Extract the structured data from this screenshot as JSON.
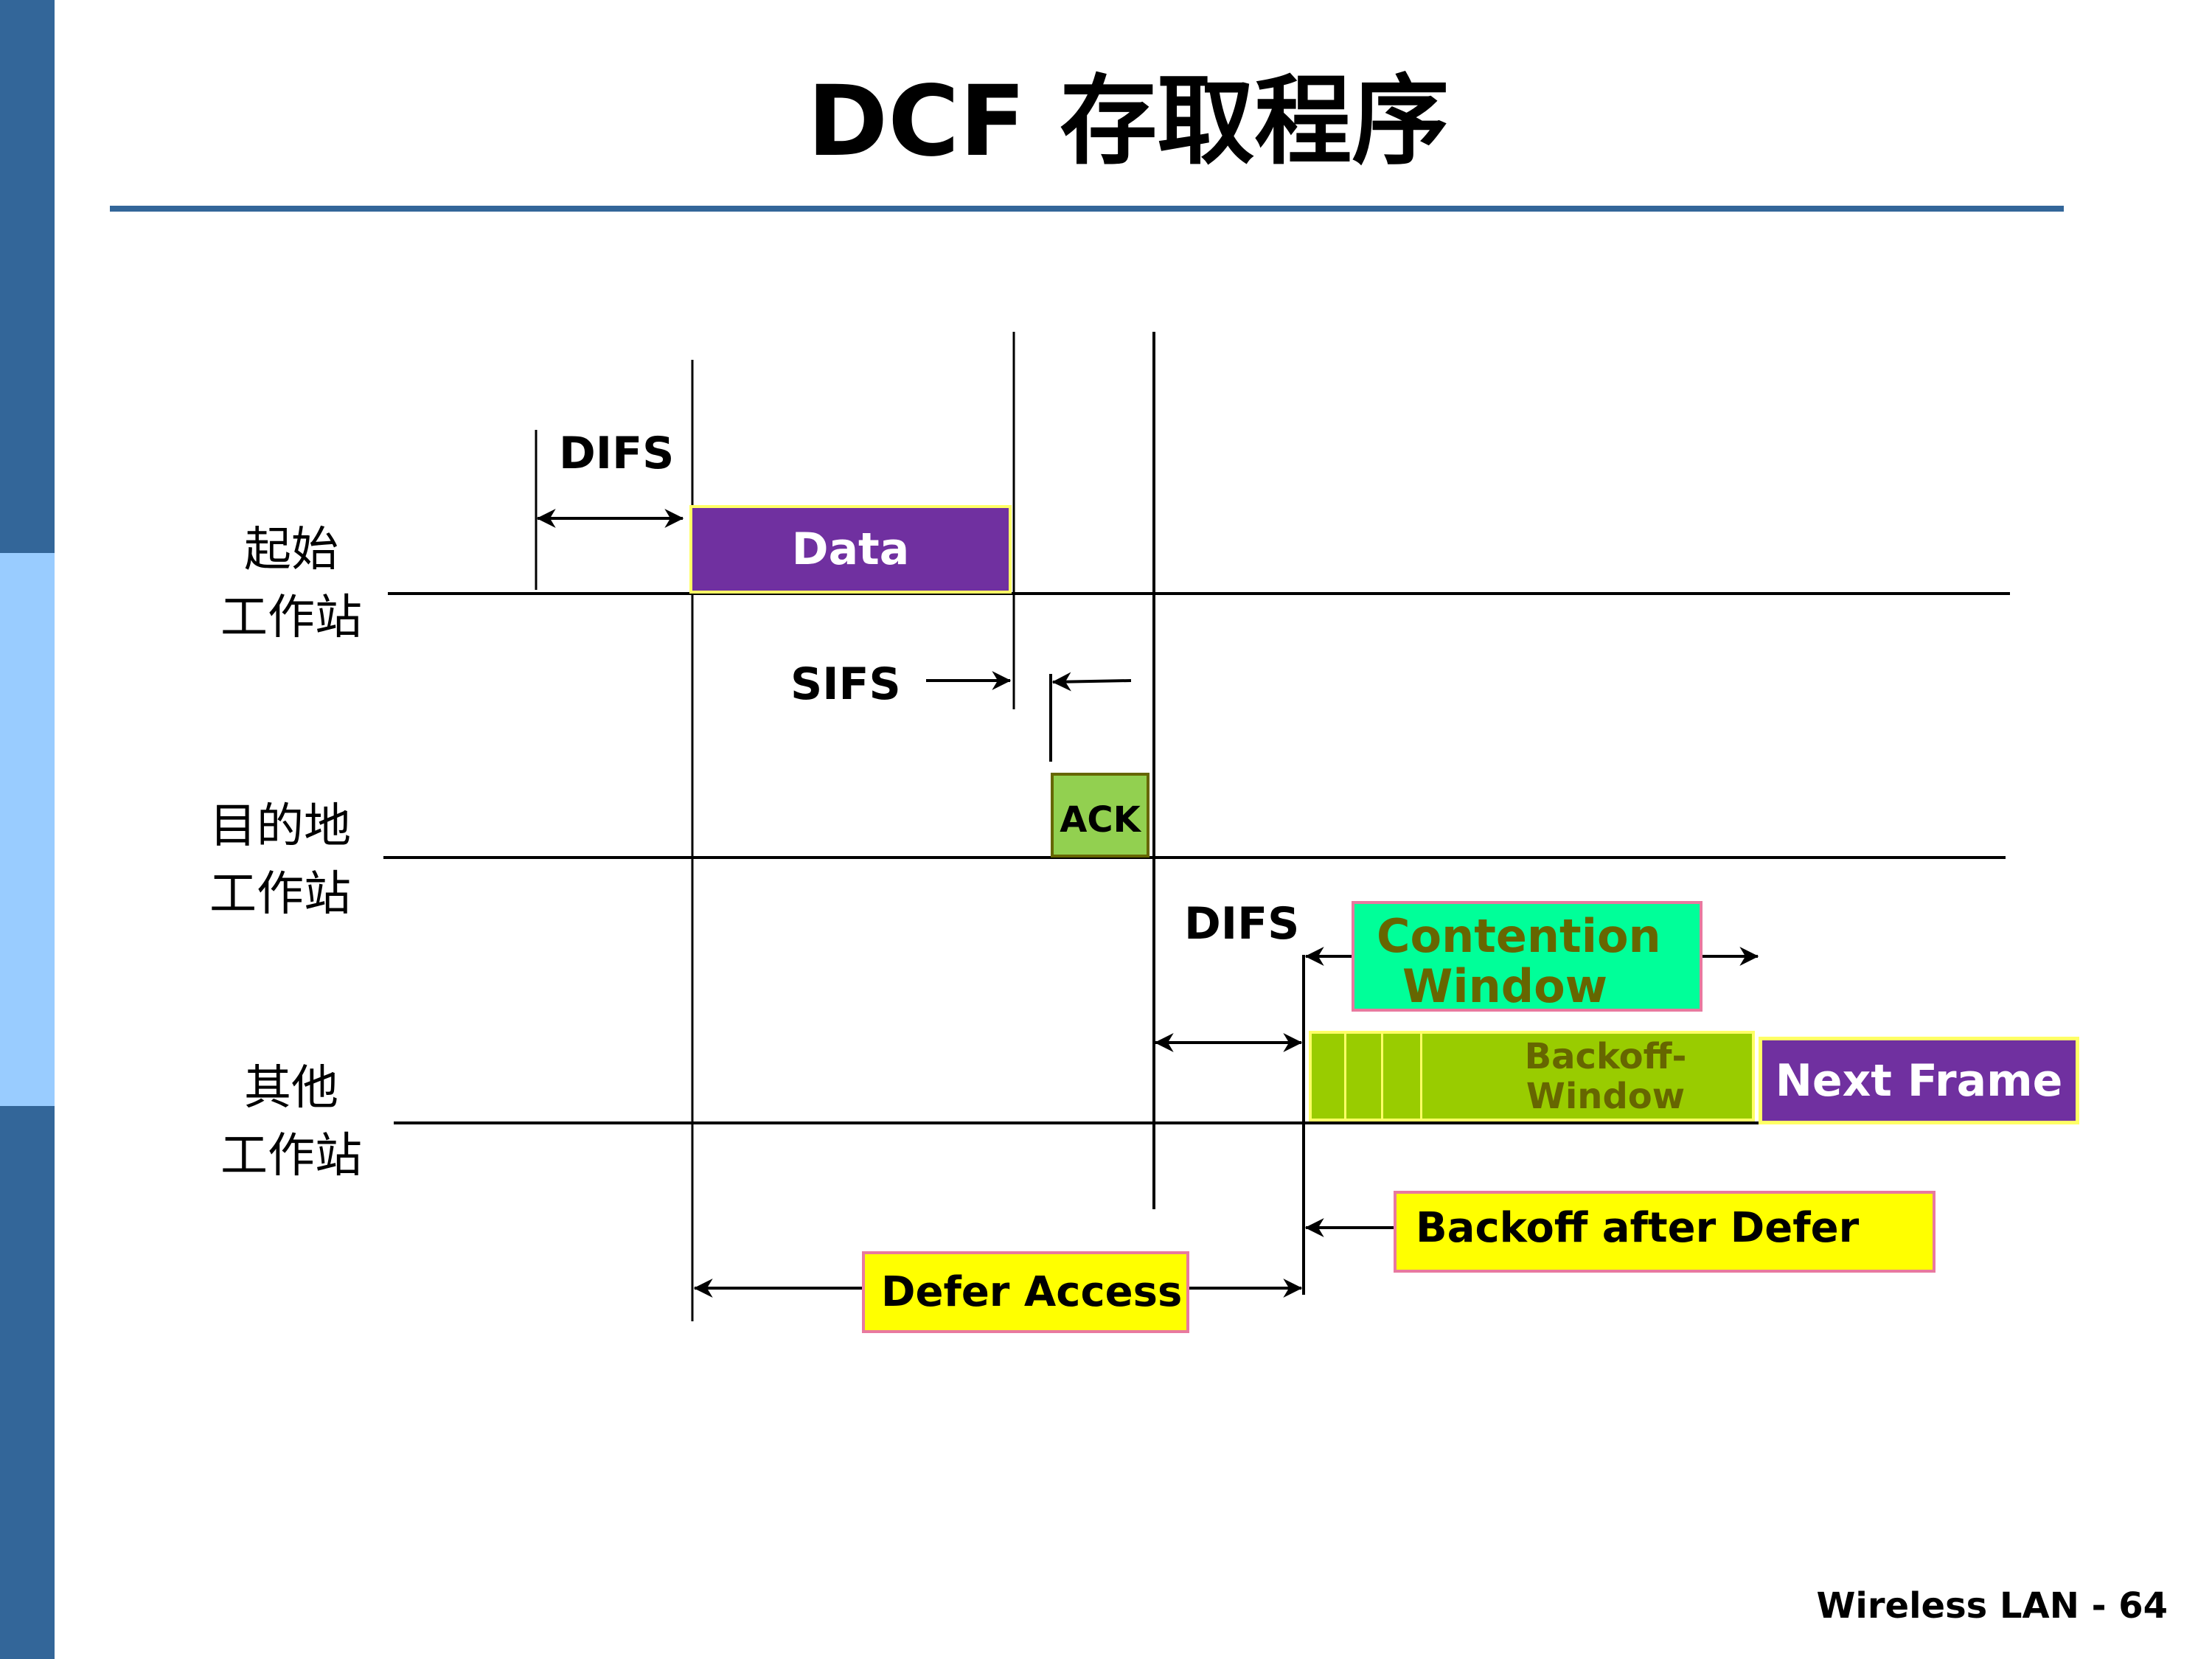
{
  "slide": {
    "title": "DCF 存取程序",
    "footer": "Wireless LAN - 64",
    "colors": {
      "sidebar_dark": "#336699",
      "sidebar_light": "#99CCFF",
      "rule": "#336699",
      "frame_purple": "#7030A0",
      "ack_green": "#92D050",
      "contention_mint": "#00FF99",
      "backoff_green": "#99CC00",
      "note_yellow": "#FFFF00",
      "olive_text": "#666600",
      "pink_border": "#E8799F"
    }
  },
  "stations": [
    {
      "line1": "起始",
      "line2": "工作站"
    },
    {
      "line1": "目的地",
      "line2": "工作站"
    },
    {
      "line1": "其他",
      "line2": "工作站"
    }
  ],
  "intervals": {
    "difs_top": "DIFS",
    "sifs": "SIFS",
    "difs_other": "DIFS"
  },
  "frames": {
    "data": "Data",
    "ack": "ACK",
    "contention_window": {
      "line1": "Contention",
      "line2": "Window"
    },
    "backoff_window": {
      "line1": "Backoff-",
      "line2": "Window"
    },
    "next_frame": "Next Frame"
  },
  "annotations": {
    "defer_access": "Defer Access",
    "backoff_after_defer": "Backoff after Defer"
  }
}
